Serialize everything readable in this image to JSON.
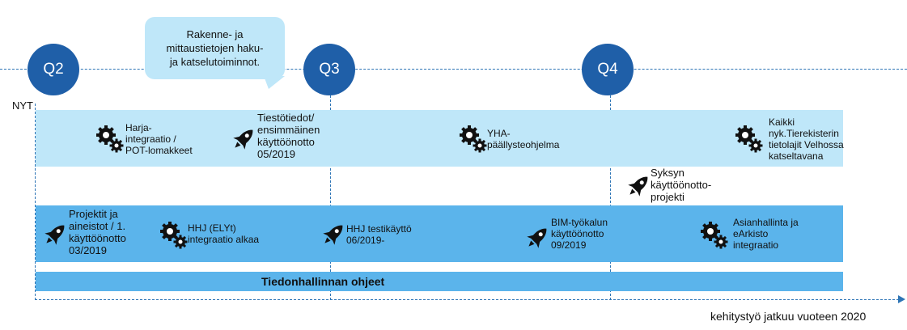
{
  "timeline": {
    "quarters": [
      "Q2",
      "Q3",
      "Q4"
    ],
    "now_label": "NYT",
    "footer_note": "kehitystyö jatkuu vuoteen 2020"
  },
  "callout": {
    "lines": [
      "Rakenne- ja",
      "mittaustietojen haku-",
      "ja katselutoiminnot."
    ]
  },
  "row1": {
    "harja": [
      "Harja-",
      "integraatio /",
      "POT-lomakkeet"
    ],
    "tiestotiedot": [
      "Tiestötiedot/",
      "ensimmäinen",
      "käyttöönotto",
      "05/2019"
    ],
    "yha": [
      "YHA-",
      "päällysteohjelma"
    ],
    "kaikki": [
      "Kaikki",
      "nyk.Tierekisterin",
      "tietolajit Velhossa",
      "katseltavana"
    ]
  },
  "between": {
    "syksyn": [
      "Syksyn",
      "käyttöönotto-",
      "projekti"
    ]
  },
  "row2": {
    "projektit": [
      "Projektit ja",
      "aineistot / 1.",
      "käyttöönotto",
      "03/2019"
    ],
    "hhj_elyt": [
      "HHJ (ELYt)",
      "integraatio alkaa"
    ],
    "hhj_testi": [
      "HHJ testikäyttö",
      "06/2019-"
    ],
    "bim": [
      "BIM-työkalun",
      "käyttöönotto",
      "09/2019"
    ],
    "asianhallinta": [
      "Asianhallinta ja",
      "eArkisto",
      "integraatio"
    ]
  },
  "row3": {
    "label": "Tiedonhallinnan ohjeet"
  },
  "colors": {
    "quarter_circle": "#1F5FA8",
    "band_light": "#BFE7F9",
    "band_mid": "#5BB4EB",
    "dashed_line": "#2E75B6"
  },
  "icons": {
    "gear": "gear-icon",
    "rocket": "rocket-icon"
  }
}
